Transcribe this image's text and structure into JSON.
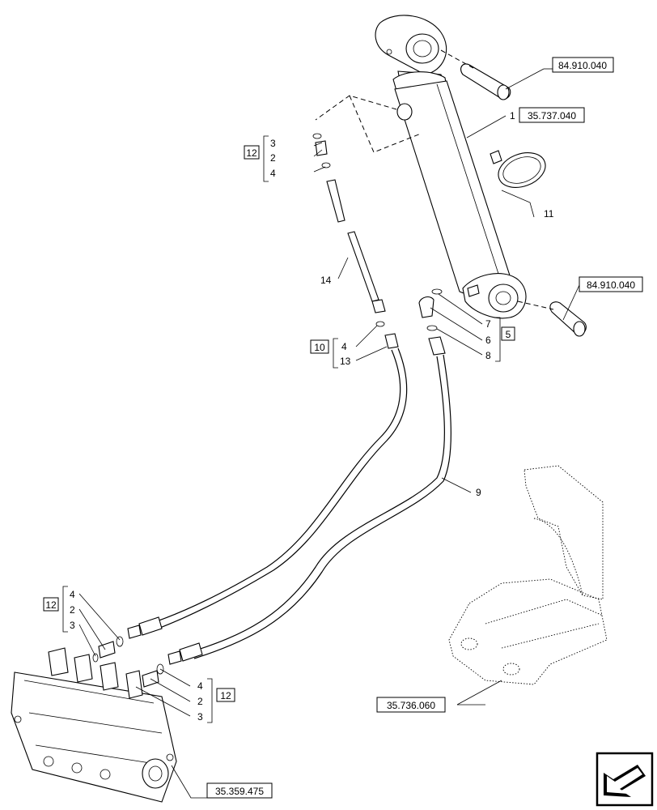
{
  "references": {
    "pin_top": "84.910.040",
    "cylinder": "35.737.040",
    "pin_bottom": "84.910.040",
    "mount": "35.736.060",
    "valve": "35.359.475"
  },
  "callouts": {
    "cylinder": "1",
    "clamp": "11",
    "tube": "14",
    "hose_9": "9"
  },
  "groups": {
    "top_left": {
      "kit": "12",
      "items": [
        "3",
        "2",
        "4"
      ]
    },
    "mid_left": {
      "kit": "10",
      "items": [
        "4",
        "13"
      ]
    },
    "right": {
      "kit": "5",
      "items": [
        "7",
        "6",
        "8"
      ]
    },
    "bottom_left": {
      "kit": "12",
      "items": [
        "4",
        "2",
        "3"
      ]
    },
    "bottom_right": {
      "kit": "12",
      "items": [
        "4",
        "2",
        "3"
      ]
    }
  },
  "icons": {
    "nav": "arrow-icon"
  }
}
